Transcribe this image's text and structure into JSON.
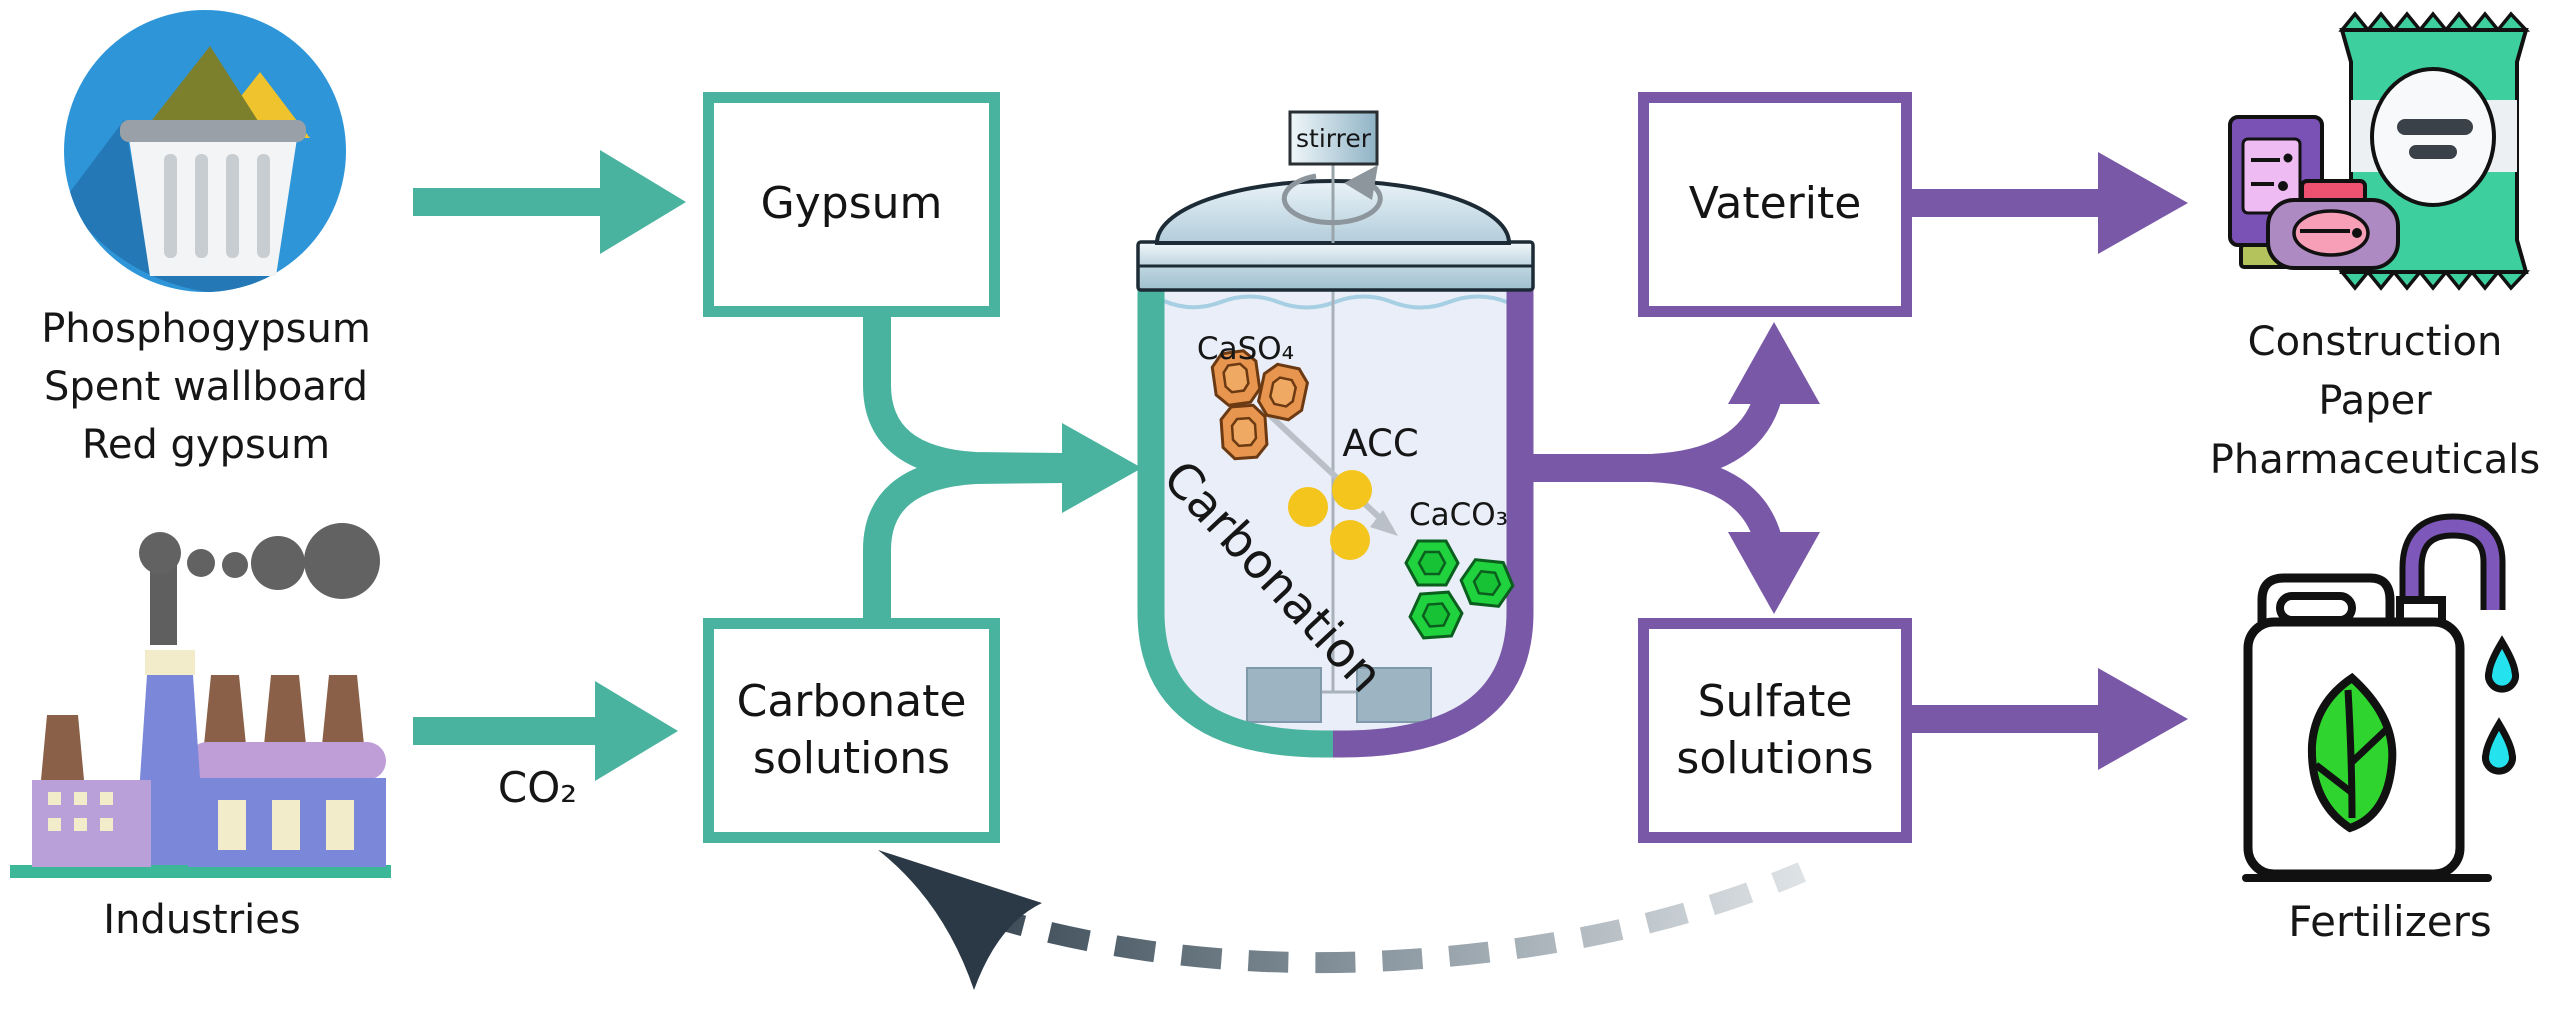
{
  "title": "Gypsum carbonation valorization process diagram",
  "colors": {
    "teal": "#49b39f",
    "purple": "#7a58a8",
    "vessel_liquid": "#e9eef8",
    "caso4_orange": "#e8964f",
    "acc_yellow": "#f3c51d",
    "caco3_green": "#1fd23e",
    "recycle_dark": "#2e3d4a",
    "recycle_light": "#e0e4e7"
  },
  "sources": {
    "waste_lines": [
      "Phosphogypsum",
      "Spent wallboard",
      "Red gypsum"
    ],
    "industries": "Industries",
    "co2": "CO₂"
  },
  "boxes": {
    "gypsum": "Gypsum",
    "carbonate": "Carbonate solutions",
    "vaterite": "Vaterite",
    "sulfate": "Sulfate solutions"
  },
  "reactor": {
    "stirrer": "stirrer",
    "reactant": "CaSO₄",
    "intermediate": "ACC",
    "product": "CaCO₃",
    "process": "Carbonation"
  },
  "outputs": {
    "vaterite_uses": [
      "Construction",
      "Paper",
      "Pharmaceuticals"
    ],
    "sulfate_use": "Fertilizers"
  }
}
